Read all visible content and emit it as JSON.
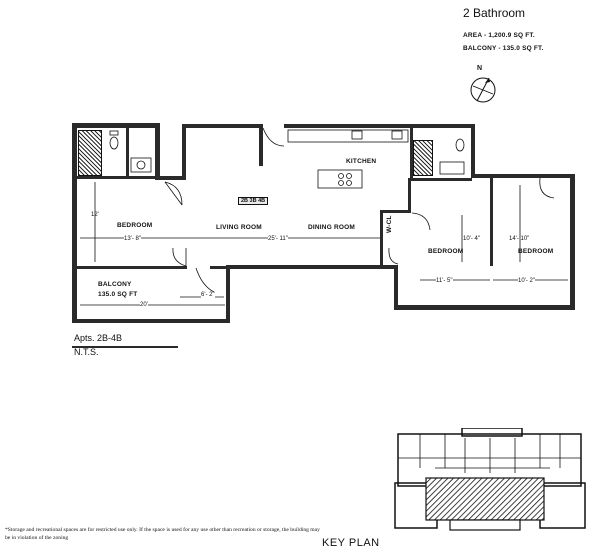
{
  "unit": {
    "title": "2 Bathroom",
    "area_label": "AREA - 1,200.9 SQ FT.",
    "balcony_label": "BALCONY - 135.0 SQ FT."
  },
  "plan": {
    "rooms": {
      "kitchen": "KITCHEN",
      "bedroom_left": "BEDROOM",
      "living": "LIVING ROOM",
      "dining": "DINING ROOM",
      "bedroom_mid": "BEDROOM",
      "bedroom_right": "BEDROOM",
      "balcony": "BALCONY",
      "balcony_area": "135.0 SQ FT",
      "closet": "W-CL"
    },
    "dims": {
      "d12": "12'",
      "d13_8": "13'- 8\"",
      "d25_11": "25'- 11\"",
      "d10_4": "10'- 4\"",
      "d14_10": "14'- 10\"",
      "d11_5": "11'- 5\"",
      "d10_2": "10'- 2\"",
      "d6_2": "6'- 2\"",
      "d20": "20'"
    },
    "unit_tag": "2B 3B 4B"
  },
  "caption": {
    "apts": "Apts. 2B-4B",
    "nts": "N.T.S."
  },
  "footnote": "*Storage and recreational spaces are for restricted use only. If the space is used for any use other than recreation or storage, the building may be in violation of the zoning",
  "key_plan_label": "KEY PLAN",
  "north_label": "N",
  "colors": {
    "wall": "#2a2a2a",
    "paper": "#ffffff",
    "ink": "#111111"
  }
}
